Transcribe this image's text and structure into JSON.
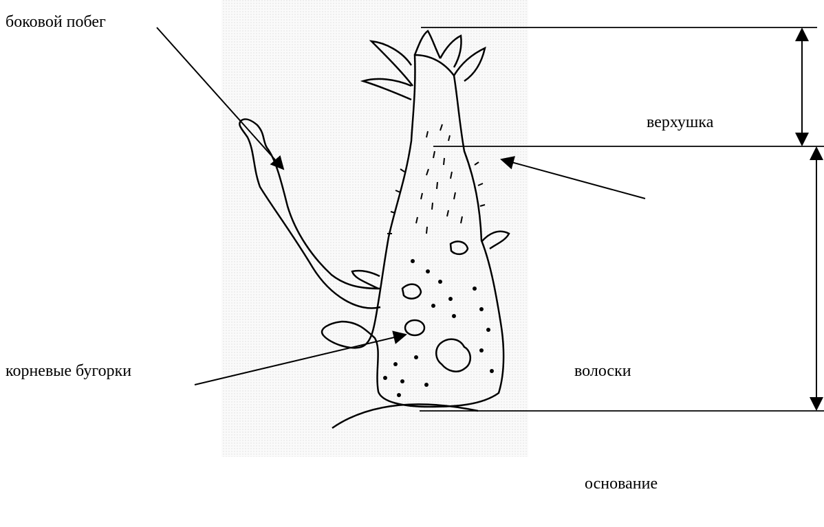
{
  "labels": {
    "lateral_shoot": "боковой побег",
    "apex": "верхушка",
    "root_nodules": "корневые бугорки",
    "hairs": "волоски",
    "base": "основание"
  }
}
